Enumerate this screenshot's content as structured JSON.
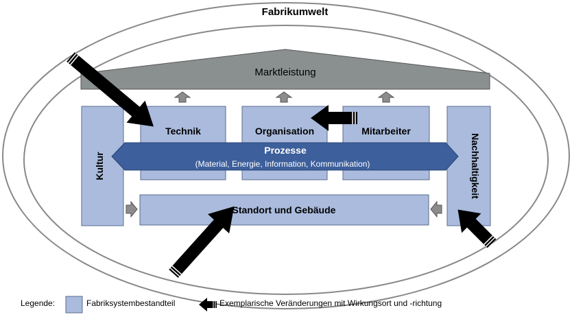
{
  "environment_label": "Fabrikumwelt",
  "roof_label": "Marktleistung",
  "pillars": {
    "technik": "Technik",
    "organisation": "Organisation",
    "mitarbeiter": "Mitarbeiter"
  },
  "side_pillars": {
    "left": "Kultur",
    "right": "Nachhaltigkeit"
  },
  "process_band": {
    "title": "Prozesse",
    "subtitle": "(Material, Energie, Information, Kommunikation)"
  },
  "base_label": "Standort und Gebäude",
  "legend": {
    "title": "Legende:",
    "component_label": "Fabriksystembestandteil",
    "change_label": "Exemplarische Veränderungen mit Wirkungsort und -richtung"
  },
  "colors": {
    "component_fill": "#aabbdd",
    "component_stroke": "#5a6b8c",
    "process_band": "#3d5f9b",
    "roof_fill": "#8a9090",
    "small_arrow_fill": "#8c8c8c",
    "change_arrow": "#000000",
    "ring_stroke": "#888888"
  },
  "icons": {
    "change_arrow": "thick-black-arrow-icon",
    "upward_arrow": "gray-up-arrow-icon",
    "side_arrow": "gray-right-arrow-icon"
  }
}
